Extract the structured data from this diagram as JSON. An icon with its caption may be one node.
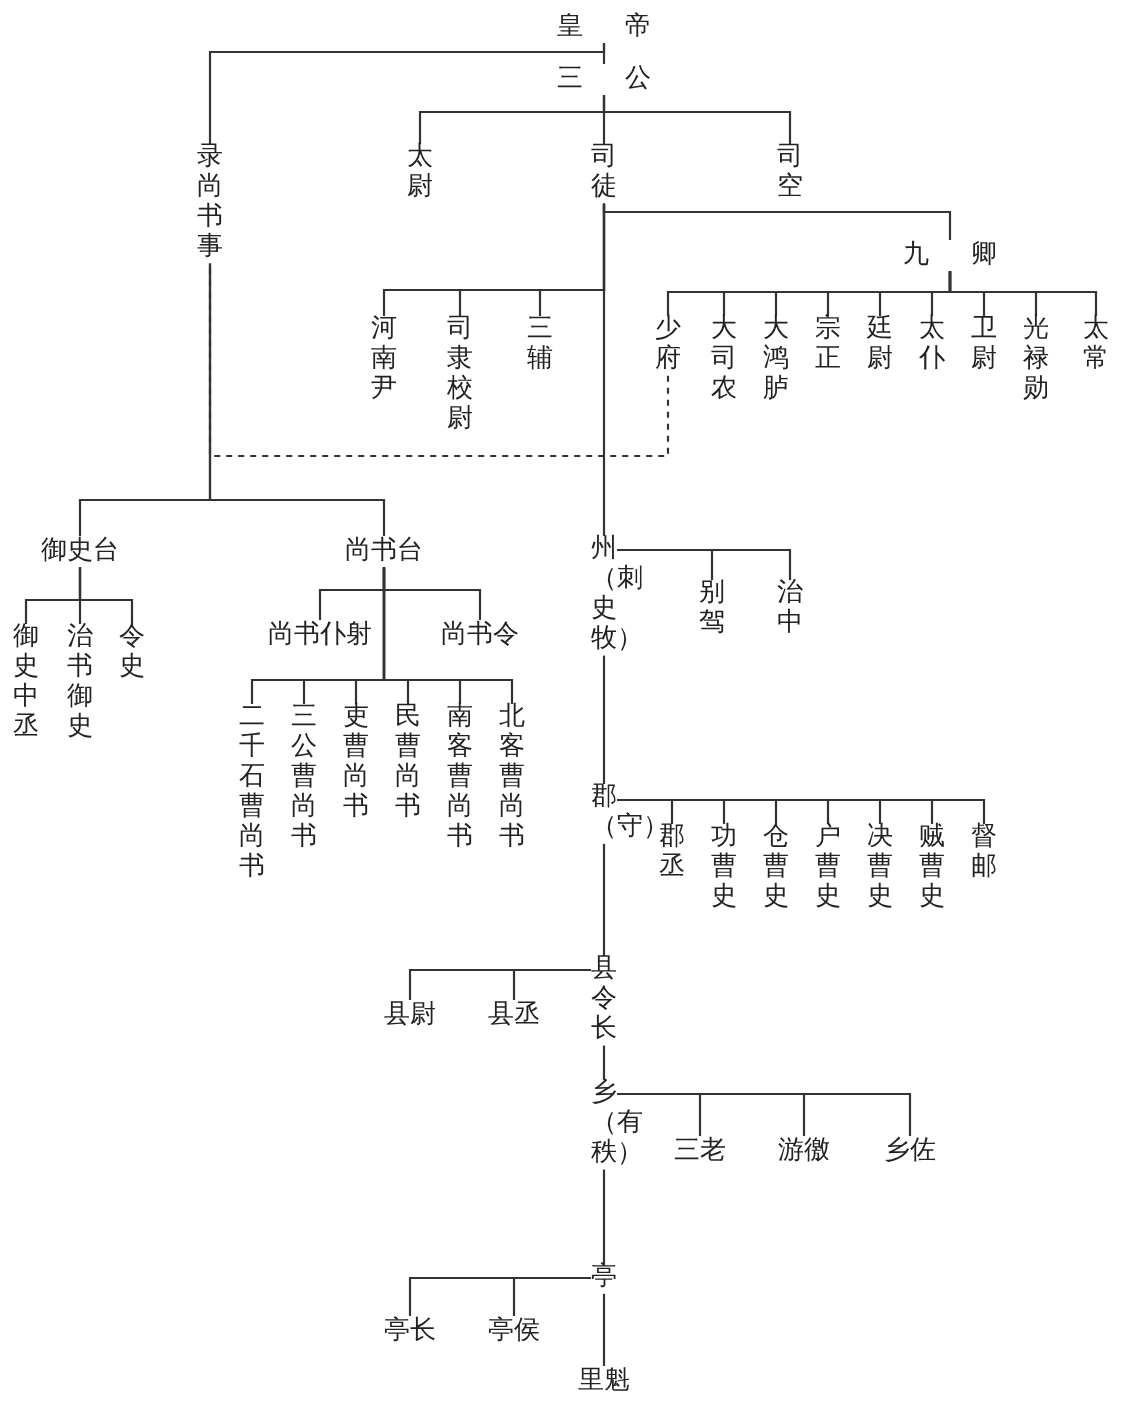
{
  "diagram": {
    "nodes": [
      {
        "text": [
          "皇帝"
        ]
      },
      {
        "text": [
          "三公"
        ]
      },
      {
        "text": [
          "录尚书事"
        ]
      },
      {
        "text": [
          "太尉"
        ]
      },
      {
        "text": [
          "司徒"
        ]
      },
      {
        "text": [
          "司空"
        ]
      },
      {
        "text": [
          "九卿"
        ]
      },
      {
        "text": [
          "河南尹"
        ]
      },
      {
        "text": [
          "司隶校尉"
        ]
      },
      {
        "text": [
          "三辅"
        ]
      },
      {
        "text": [
          "少府"
        ]
      },
      {
        "text": [
          "大司农"
        ]
      },
      {
        "text": [
          "大鸿胪"
        ]
      },
      {
        "text": [
          "宗正"
        ]
      },
      {
        "text": [
          "廷尉"
        ]
      },
      {
        "text": [
          "太仆"
        ]
      },
      {
        "text": [
          "卫尉"
        ]
      },
      {
        "text": [
          "光禄勋"
        ]
      },
      {
        "text": [
          "太常"
        ]
      },
      {
        "text": [
          "御史台"
        ]
      },
      {
        "text": [
          "尚书台"
        ]
      },
      {
        "text": [
          "州（刺史牧）"
        ]
      },
      {
        "text": [
          "别驾"
        ]
      },
      {
        "text": [
          "治中"
        ]
      },
      {
        "text": [
          "御史中丞"
        ]
      },
      {
        "text": [
          "治书御史"
        ]
      },
      {
        "text": [
          "令史"
        ]
      },
      {
        "text": [
          "尚书仆射"
        ]
      },
      {
        "text": [
          "尚书令"
        ]
      },
      {
        "text": [
          "二千石曹尚书"
        ]
      },
      {
        "text": [
          "三公曹尚书"
        ]
      },
      {
        "text": [
          "吏曹尚书"
        ]
      },
      {
        "text": [
          "民曹尚书"
        ]
      },
      {
        "text": [
          "南客曹尚书"
        ]
      },
      {
        "text": [
          "北客曹尚书"
        ]
      },
      {
        "text": [
          "郡（守）"
        ]
      },
      {
        "text": [
          "郡丞"
        ]
      },
      {
        "text": [
          "功曹史"
        ]
      },
      {
        "text": [
          "仓曹史"
        ]
      },
      {
        "text": [
          "户曹史"
        ]
      },
      {
        "text": [
          "决曹史"
        ]
      },
      {
        "text": [
          "贼曹史"
        ]
      },
      {
        "text": [
          "督邮"
        ]
      },
      {
        "text": [
          "县令长"
        ]
      },
      {
        "text": [
          "县尉"
        ]
      },
      {
        "text": [
          "县丞"
        ]
      },
      {
        "text": [
          "乡（有秩）"
        ]
      },
      {
        "text": [
          "三老"
        ]
      },
      {
        "text": [
          "游徼"
        ]
      },
      {
        "text": [
          "乡佐"
        ]
      },
      {
        "text": [
          "亭"
        ]
      },
      {
        "text": [
          "亭长"
        ]
      },
      {
        "text": [
          "亭侯"
        ]
      },
      {
        "text": [
          "里魁"
        ]
      }
    ],
    "edges": [
      {
        "from": 0,
        "to": 1,
        "arrow": "none"
      },
      {
        "from": 0,
        "to": 2,
        "arrow": "none"
      },
      {
        "from": 1,
        "to": 3,
        "arrow": "none"
      },
      {
        "from": 1,
        "to": 4,
        "arrow": "none"
      },
      {
        "from": 1,
        "to": 5,
        "arrow": "none"
      },
      {
        "from": 4,
        "to": 6,
        "arrow": "none"
      },
      {
        "from": 4,
        "to": 7,
        "arrow": "none"
      },
      {
        "from": 4,
        "to": 8,
        "arrow": "none"
      },
      {
        "from": 4,
        "to": 9,
        "arrow": "none"
      },
      {
        "from": 6,
        "to": 10,
        "arrow": "none"
      },
      {
        "from": 6,
        "to": 11,
        "arrow": "none"
      },
      {
        "from": 6,
        "to": 12,
        "arrow": "none"
      },
      {
        "from": 6,
        "to": 13,
        "arrow": "none"
      },
      {
        "from": 6,
        "to": 14,
        "arrow": "none"
      },
      {
        "from": 6,
        "to": 15,
        "arrow": "none"
      },
      {
        "from": 6,
        "to": 16,
        "arrow": "none"
      },
      {
        "from": 6,
        "to": 17,
        "arrow": "none"
      },
      {
        "from": 6,
        "to": 18,
        "arrow": "none"
      },
      {
        "from": 10,
        "to": 2,
        "arrow": "none",
        "style": "dashed"
      },
      {
        "from": 2,
        "to": 19,
        "arrow": "none"
      },
      {
        "from": 2,
        "to": 20,
        "arrow": "none"
      },
      {
        "from": 4,
        "to": 21,
        "arrow": "none"
      },
      {
        "from": 21,
        "to": 22,
        "arrow": "none"
      },
      {
        "from": 21,
        "to": 23,
        "arrow": "none"
      },
      {
        "from": 19,
        "to": 24,
        "arrow": "none"
      },
      {
        "from": 19,
        "to": 25,
        "arrow": "none"
      },
      {
        "from": 19,
        "to": 26,
        "arrow": "none"
      },
      {
        "from": 20,
        "to": 27,
        "arrow": "none"
      },
      {
        "from": 20,
        "to": 28,
        "arrow": "none"
      },
      {
        "from": 20,
        "to": 29,
        "arrow": "none"
      },
      {
        "from": 20,
        "to": 30,
        "arrow": "none"
      },
      {
        "from": 20,
        "to": 31,
        "arrow": "none"
      },
      {
        "from": 20,
        "to": 32,
        "arrow": "none"
      },
      {
        "from": 20,
        "to": 33,
        "arrow": "none"
      },
      {
        "from": 20,
        "to": 34,
        "arrow": "none"
      },
      {
        "from": 21,
        "to": 35,
        "arrow": "none"
      },
      {
        "from": 35,
        "to": 36,
        "arrow": "none"
      },
      {
        "from": 35,
        "to": 37,
        "arrow": "none"
      },
      {
        "from": 35,
        "to": 38,
        "arrow": "none"
      },
      {
        "from": 35,
        "to": 39,
        "arrow": "none"
      },
      {
        "from": 35,
        "to": 40,
        "arrow": "none"
      },
      {
        "from": 35,
        "to": 41,
        "arrow": "none"
      },
      {
        "from": 35,
        "to": 42,
        "arrow": "none"
      },
      {
        "from": 35,
        "to": 43,
        "arrow": "none"
      },
      {
        "from": 43,
        "to": 44,
        "arrow": "none"
      },
      {
        "from": 43,
        "to": 45,
        "arrow": "none"
      },
      {
        "from": 43,
        "to": 46,
        "arrow": "none"
      },
      {
        "from": 46,
        "to": 47,
        "arrow": "none"
      },
      {
        "from": 46,
        "to": 48,
        "arrow": "none"
      },
      {
        "from": 46,
        "to": 49,
        "arrow": "none"
      },
      {
        "from": 46,
        "to": 50,
        "arrow": "none"
      },
      {
        "from": 50,
        "to": 51,
        "arrow": "none"
      },
      {
        "from": 50,
        "to": 52,
        "arrow": "none"
      },
      {
        "from": 50,
        "to": 53,
        "arrow": "none"
      }
    ]
  }
}
